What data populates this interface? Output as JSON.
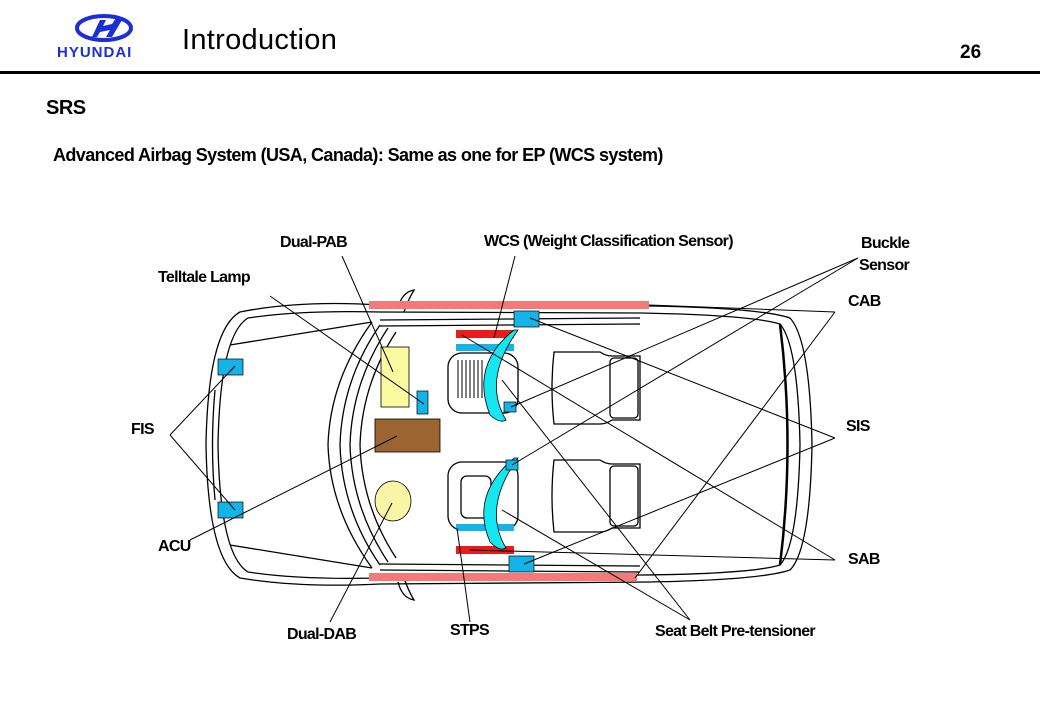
{
  "header": {
    "logo_text": "HYUNDAI",
    "title": "Introduction",
    "page_number": "26"
  },
  "section": {
    "heading": "SRS",
    "subtitle": "Advanced Airbag System (USA, Canada): Same as one for EP (WCS system)"
  },
  "diagram": {
    "labels": {
      "dual_pab": "Dual-PAB",
      "wcs": "WCS (Weight Classification Sensor)",
      "buckle_sensor_line1": "Buckle",
      "buckle_sensor_line2": "Sensor",
      "telltale_lamp": "Telltale Lamp",
      "cab": "CAB",
      "fis": "FIS",
      "sis": "SIS",
      "acu": "ACU",
      "sab": "SAB",
      "dual_dab": "Dual-DAB",
      "stps": "STPS",
      "seat_belt_pretensioner": "Seat Belt Pre-tensioner"
    },
    "colors": {
      "brand_blue": "#1a2fd6",
      "sensor_cyan": "#14b4e8",
      "airbag_cyan": "#16e6f0",
      "curtain_pink": "#f47a7a",
      "pretensioner_red": "#e81c1c",
      "pab_yellow": "#fafaa0",
      "acu_brown": "#9a6530",
      "dab_yellow": "#f8f6a6"
    }
  }
}
